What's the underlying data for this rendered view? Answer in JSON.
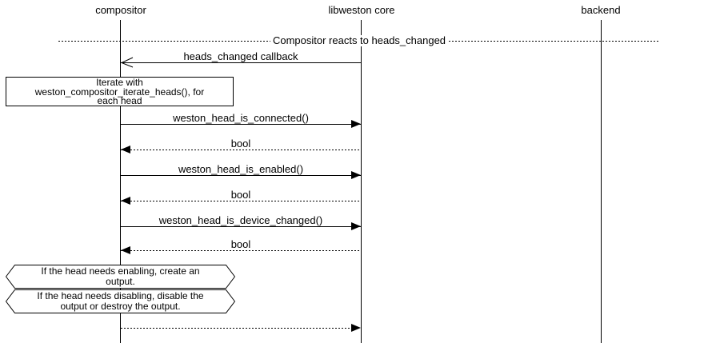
{
  "diagram": {
    "title": "Compositor reacts to heads_changed",
    "participants": [
      {
        "label": "compositor"
      },
      {
        "label": "libweston core"
      },
      {
        "label": "backend"
      }
    ],
    "messages": [
      {
        "label": "heads_changed callback",
        "from": "libweston core",
        "to": "compositor",
        "line": "solid",
        "arrow": "open"
      },
      {
        "label": "weston_head_is_connected()",
        "from": "compositor",
        "to": "libweston core",
        "line": "solid",
        "arrow": "filled"
      },
      {
        "label": "bool",
        "from": "libweston core",
        "to": "compositor",
        "line": "dotted",
        "arrow": "filled"
      },
      {
        "label": "weston_head_is_enabled()",
        "from": "compositor",
        "to": "libweston core",
        "line": "solid",
        "arrow": "filled"
      },
      {
        "label": "bool",
        "from": "libweston core",
        "to": "compositor",
        "line": "dotted",
        "arrow": "filled"
      },
      {
        "label": "weston_head_is_device_changed()",
        "from": "compositor",
        "to": "libweston core",
        "line": "solid",
        "arrow": "filled"
      },
      {
        "label": "bool",
        "from": "libweston core",
        "to": "compositor",
        "line": "dotted",
        "arrow": "filled"
      },
      {
        "label": "",
        "from": "compositor",
        "to": "libweston core",
        "line": "dotted",
        "arrow": "filled"
      }
    ],
    "note": {
      "lines": [
        "Iterate with",
        "weston_compositor_iterate_heads(), for",
        "each head"
      ]
    },
    "conditions": [
      {
        "lines": [
          "If the head needs enabling, create an",
          "output."
        ]
      },
      {
        "lines": [
          "If the head needs disabling, disable the",
          "output or destroy the output."
        ]
      }
    ],
    "colors": {
      "foreground": "#000000",
      "background": "#ffffff"
    }
  }
}
